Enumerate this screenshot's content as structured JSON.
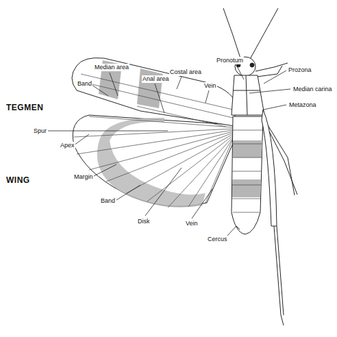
{
  "diagram": {
    "labels": [
      "Median area",
      "Costal area",
      "Pronotum",
      "Band",
      "Anal area",
      "Vein",
      "Prozona",
      "Median carina",
      "Metazona",
      "TEGMEN",
      "Spur",
      "Apex",
      "WING",
      "Margin",
      "Band",
      "Disk",
      "Vein",
      "Cercus"
    ]
  }
}
